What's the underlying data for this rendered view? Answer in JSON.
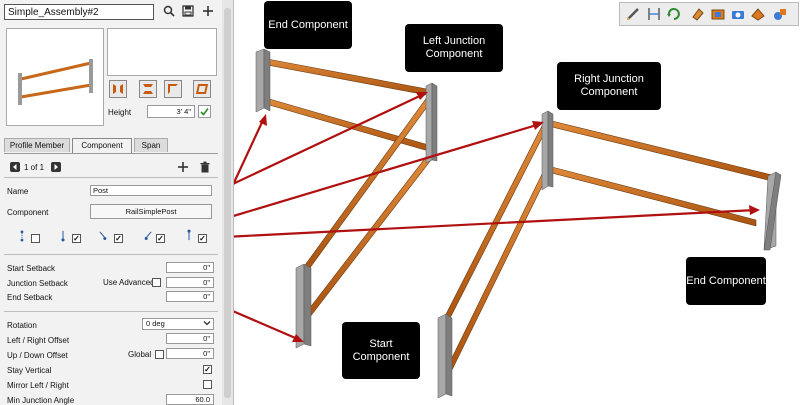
{
  "assembly": {
    "name": "Simple_Assembly#2"
  },
  "header_icons": [
    "search-icon",
    "save-icon",
    "add-icon"
  ],
  "height": {
    "label": "Height",
    "value": "3' 4\""
  },
  "tabs": [
    {
      "label": "Profile Member",
      "active": false
    },
    {
      "label": "Component",
      "active": true
    },
    {
      "label": "Span",
      "active": false
    }
  ],
  "pager": {
    "text": "1 of 1"
  },
  "component": {
    "name_label": "Name",
    "name_value": "Post",
    "component_label": "Component",
    "component_value": "RailSimplePost"
  },
  "placement_checks": [
    {
      "name": "start-component",
      "checked": false
    },
    {
      "name": "left-junction",
      "checked": true
    },
    {
      "name": "right-junction-a",
      "checked": true
    },
    {
      "name": "right-junction-b",
      "checked": true
    },
    {
      "name": "end-component",
      "checked": true
    }
  ],
  "setbacks": {
    "start_label": "Start Setback",
    "start_value": "0\"",
    "junction_label": "Junction Setback",
    "use_advanced_label": "Use Advanced",
    "junction_value": "0\"",
    "end_label": "End Setback",
    "end_value": "0\""
  },
  "orientation": {
    "rotation_label": "Rotation",
    "rotation_value": "0 deg",
    "lr_offset_label": "Left / Right Offset",
    "lr_offset_value": "0\"",
    "ud_offset_label": "Up / Down Offset",
    "global_label": "Global",
    "ud_offset_value": "0\"",
    "stay_vertical_label": "Stay Vertical",
    "stay_vertical_checked": true,
    "mirror_label": "Mirror Left / Right",
    "mirror_checked": false,
    "min_junction_label": "Min Junction Angle",
    "min_junction_value": "60.0"
  },
  "callouts": {
    "end_top": "End Component",
    "left_junction": "Left Junction Component",
    "right_junction": "Right Junction Component",
    "end_right": "End Component",
    "start": "Start Component"
  },
  "toolbar_icons": [
    "pencil-icon",
    "dimension-icon",
    "rotate-icon",
    "paint-icon",
    "profile-icon",
    "camera-icon",
    "material-icon",
    "settings-icon"
  ],
  "colors": {
    "rail": "#c8681a",
    "post": "#9a9a9a",
    "arrow": "#b01010",
    "accent_green": "#2e8b2e"
  }
}
